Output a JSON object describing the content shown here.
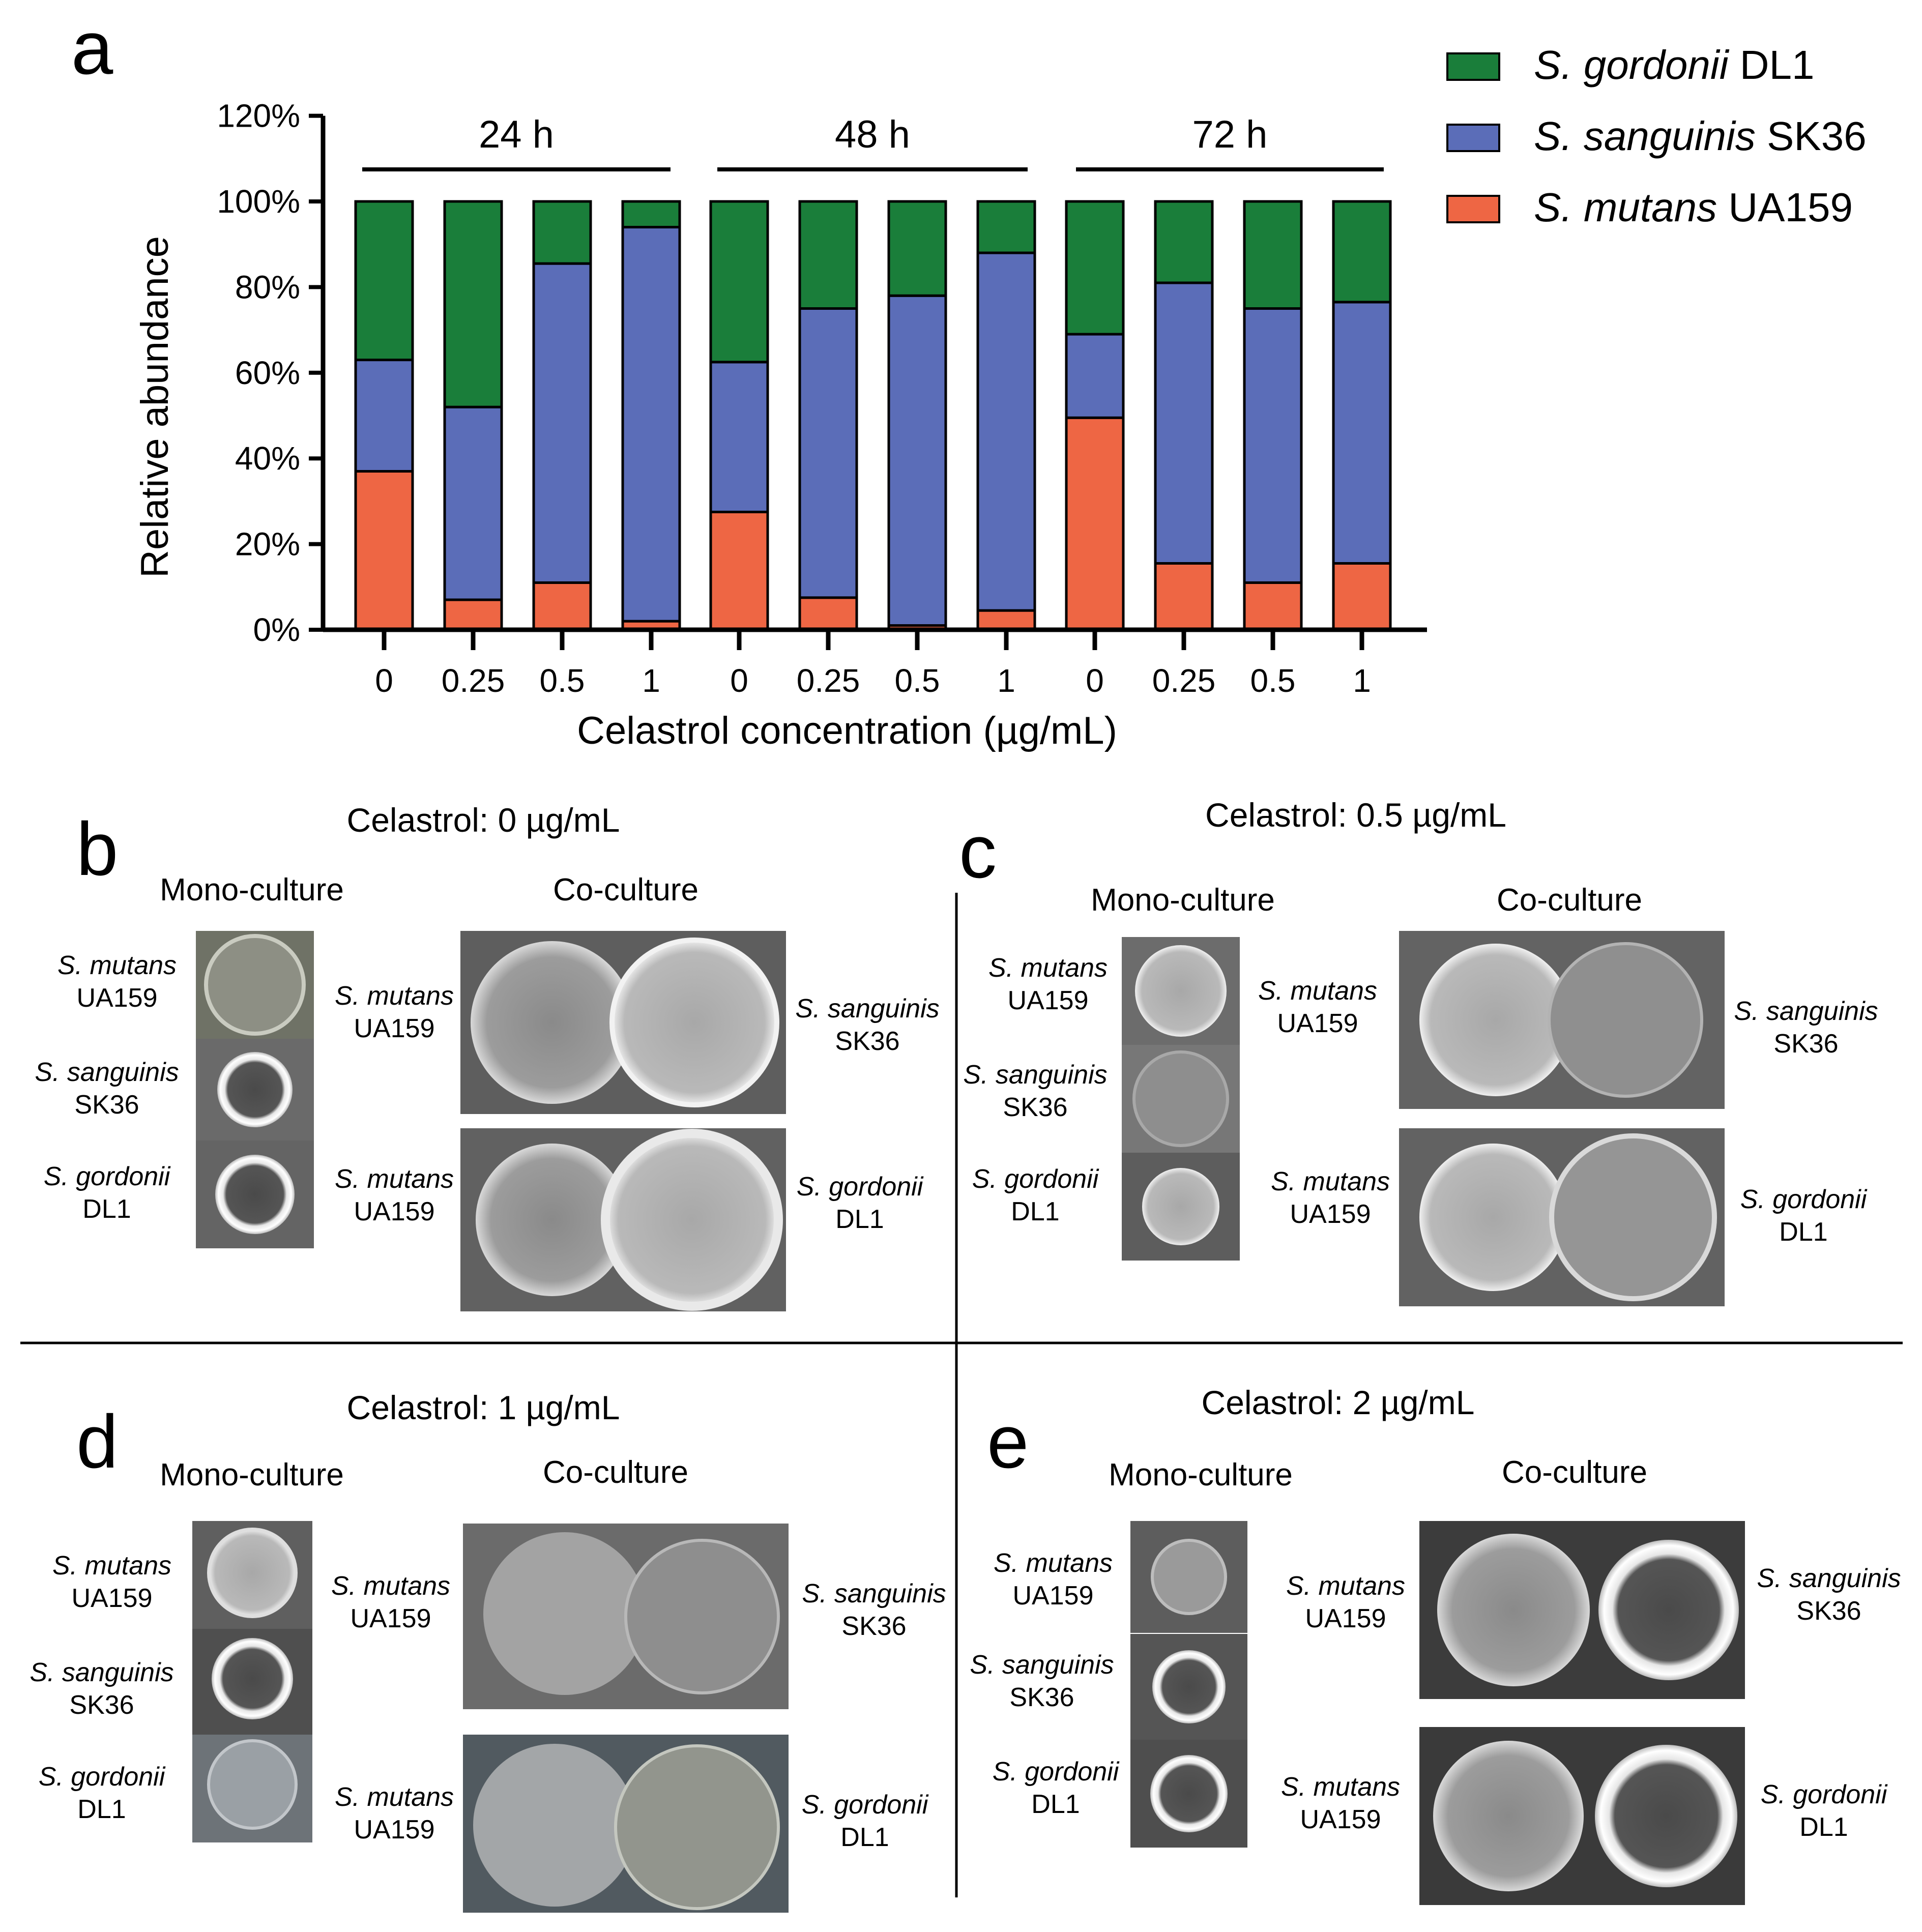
{
  "chart_data": {
    "type": "bar",
    "stacked": true,
    "panel_label": "a",
    "ylabel": "Relative abundance",
    "xlabel": "Celastrol concentration (µg/mL)",
    "ylim": [
      0,
      120
    ],
    "yticks": [
      "0%",
      "20%",
      "40%",
      "60%",
      "80%",
      "100%",
      "120%"
    ],
    "groups": [
      {
        "label": "24 h",
        "categories": [
          "0",
          "0.25",
          "0.5",
          "1"
        ]
      },
      {
        "label": "48 h",
        "categories": [
          "0",
          "0.25",
          "0.5",
          "1"
        ]
      },
      {
        "label": "72 h",
        "categories": [
          "0",
          "0.25",
          "0.5",
          "1"
        ]
      }
    ],
    "series": [
      {
        "italic": "S. mutans",
        "plain": " UA159",
        "color": "#ee6644",
        "values": [
          37,
          7,
          11,
          2,
          27.5,
          7.5,
          1,
          4.5,
          49.5,
          15.5,
          11,
          15.5
        ]
      },
      {
        "italic": "S. sanguinis",
        "plain": " SK36",
        "color": "#5b6db8",
        "values": [
          26,
          45,
          74.5,
          92,
          35,
          67.5,
          77,
          83.5,
          19.5,
          65.5,
          64,
          61
        ]
      },
      {
        "italic": "S. gordonii",
        "plain": " DL1",
        "color": "#1a7e3a",
        "values": [
          37,
          48,
          14.5,
          6,
          37.5,
          25,
          22,
          12,
          31,
          19,
          25,
          23.5
        ]
      }
    ]
  },
  "panels": {
    "b": {
      "letter": "b",
      "title": "Celastrol: 0 µg/mL",
      "mono": "Mono-culture",
      "co": "Co-culture"
    },
    "c": {
      "letter": "c",
      "title": "Celastrol: 0.5 µg/mL",
      "mono": "Mono-culture",
      "co": "Co-culture"
    },
    "d": {
      "letter": "d",
      "title": "Celastrol: 1 µg/mL",
      "mono": "Mono-culture",
      "co": "Co-culture"
    },
    "e": {
      "letter": "e",
      "title": "Celastrol: 2 µg/mL",
      "mono": "Mono-culture",
      "co": "Co-culture"
    }
  },
  "species": {
    "mutans": {
      "italic": "S. mutans",
      "strain": "UA159"
    },
    "sanguinis": {
      "italic": "S. sanguinis",
      "strain": "SK36"
    },
    "gordonii": {
      "italic": "S. gordonii",
      "strain": "DL1"
    }
  }
}
